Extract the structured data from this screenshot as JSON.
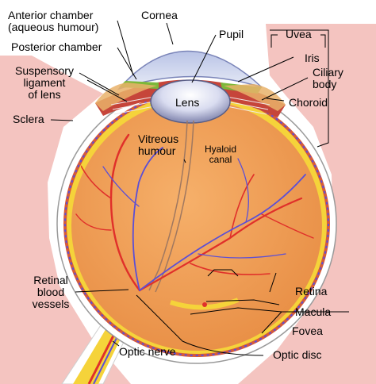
{
  "labels": {
    "anterior_chamber_1": "Anterior chamber",
    "anterior_chamber_2": "(aqueous humour)",
    "posterior_chamber": "Posterior chamber",
    "cornea": "Cornea",
    "pupil": "Pupil",
    "uvea": "Uvea",
    "iris": "Iris",
    "ciliary_body_1": "Ciliary",
    "ciliary_body_2": "body",
    "choroid": "Choroid",
    "suspensory_1": "Suspensory",
    "suspensory_2": "ligament",
    "suspensory_3": "of lens",
    "lens": "Lens",
    "sclera": "Sclera",
    "vitreous_1": "Vitreous",
    "vitreous_2": "humour",
    "hyaloid_1": "Hyaloid",
    "hyaloid_2": "canal",
    "retinal_vessels_1": "Retinal",
    "retinal_vessels_2": "blood",
    "retinal_vessels_3": "vessels",
    "retina": "Retina",
    "macula": "Macula",
    "fovea": "Fovea",
    "optic_nerve": "Optic nerve",
    "optic_disc": "Optic disc"
  },
  "colors": {
    "background_tissue": "#f4c4c0",
    "sclera": "#ffffff",
    "choroid": "#e0843c",
    "vitreous": "#f2a35c",
    "retina_layer": "#f5d33a",
    "iris": "#7cb83a",
    "artery": "#e0302a",
    "vein": "#5b4fd6",
    "cornea": "#c9d2ec",
    "lens": "#e7e9f6"
  }
}
